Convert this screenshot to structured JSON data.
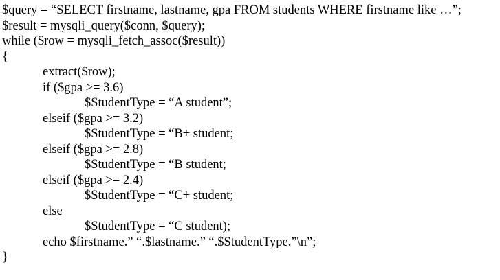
{
  "code": {
    "lines": [
      "$query = “SELECT firstname, lastname, gpa FROM students WHERE firstname like …”;",
      "$result = mysqli_query($conn, $query);",
      "while ($row = mysqli_fetch_assoc($result))",
      "{",
      "extract($row);",
      "if ($gpa >= 3.6)",
      "$StudentType = “A student”;",
      "elseif ($gpa >= 3.2)",
      "$StudentType = “B+ student;",
      "elseif ($gpa >= 2.8)",
      "$StudentType = “B student;",
      "elseif ($gpa >= 2.4)",
      "$StudentType = “C+ student;",
      "else",
      "$StudentType = “C student);",
      "echo $firstname.” “.$lastname.” “.$StudentType.”\\n”;",
      "}"
    ]
  }
}
